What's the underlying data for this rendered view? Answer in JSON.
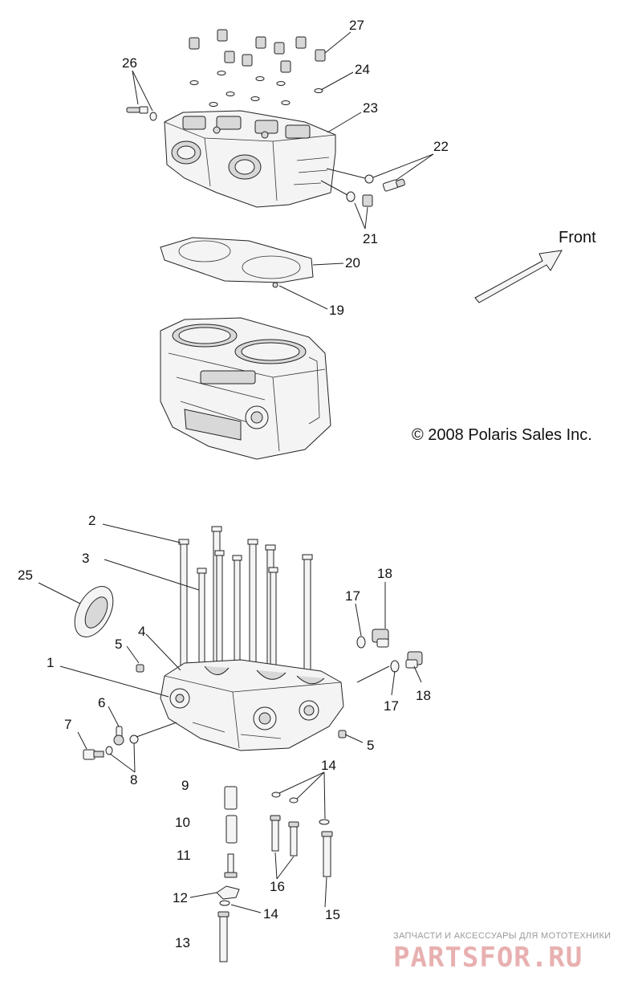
{
  "labels": {
    "l1": "1",
    "l2": "2",
    "l3": "3",
    "l4": "4",
    "l5a": "5",
    "l5b": "5",
    "l6": "6",
    "l7": "7",
    "l8": "8",
    "l9": "9",
    "l10": "10",
    "l11": "11",
    "l12": "12",
    "l13": "13",
    "l14a": "14",
    "l14b": "14",
    "l15": "15",
    "l16": "16",
    "l17a": "17",
    "l17b": "17",
    "l18a": "18",
    "l18b": "18",
    "l19": "19",
    "l20": "20",
    "l21": "21",
    "l22": "22",
    "l23": "23",
    "l24": "24",
    "l25": "25",
    "l26": "26",
    "l27": "27"
  },
  "front_label": "Front",
  "copyright": "© 2008 Polaris Sales Inc.",
  "watermark": {
    "tagline": "ЗАПЧАСТИ И АКСЕССУАРЫ ДЛЯ МОТОТЕХНИКИ",
    "brand": "PARTSFOR.RU"
  },
  "colors": {
    "line": "#222222",
    "watermark_brand": "#e8b0b0",
    "watermark_text": "#9a9a9a"
  }
}
